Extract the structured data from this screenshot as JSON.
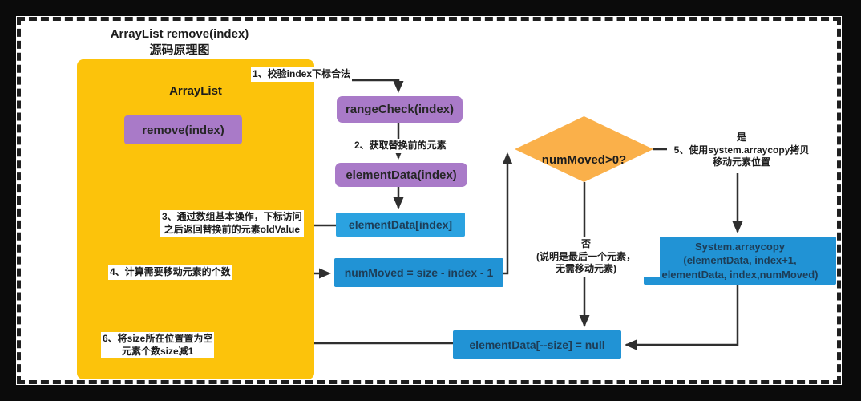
{
  "title": {
    "line1": "ArrayList remove(index)",
    "line2": "源码原理图"
  },
  "container": {
    "label": "ArrayList"
  },
  "nodes": {
    "remove": "remove(index)",
    "rangeCheck": "rangeCheck(index)",
    "elementDataMethod": "elementData(index)",
    "elementDataIndex": "elementData[index]",
    "numMoved": "numMoved = size - index - 1",
    "decision": "numMoved>0?",
    "arraycopy_l1": "System.arraycopy",
    "arraycopy_l2": "(elementData, index+1,",
    "arraycopy_l3": "elementData, index,numMoved)",
    "setNull": "elementData[--size] = null"
  },
  "steps": {
    "step1": "1、校验index下标合法",
    "step2": "2、获取替换前的元素",
    "step3_l1": "3、通过数组基本操作，下标访问",
    "step3_l2": "之后返回替换前的元素oldValue",
    "step4": "4、计算需要移动元素的个数",
    "yes": "是",
    "step5_l1": "5、使用system.arraycopy拷贝",
    "step5_l2": "移动元素位置",
    "no": "否",
    "no_l1": "(说明是最后一个元素，",
    "no_l2": "无需移动元素)",
    "step6_l1": "6、将size所在位置置为空",
    "step6_l2": "元素个数size减1"
  },
  "colors": {
    "frame": "#0b0b0b",
    "dash": "#1f1f1f",
    "yellow": "#FCC30B",
    "purple": "#A97AC8",
    "purpleText": "#262626",
    "blue": "#2193D5",
    "blueLight": "#2BA2E0",
    "blueText": "#1d3d57",
    "orange": "#FAB04A",
    "line": "#2f2f2f",
    "ink": "#1c1c1c"
  }
}
